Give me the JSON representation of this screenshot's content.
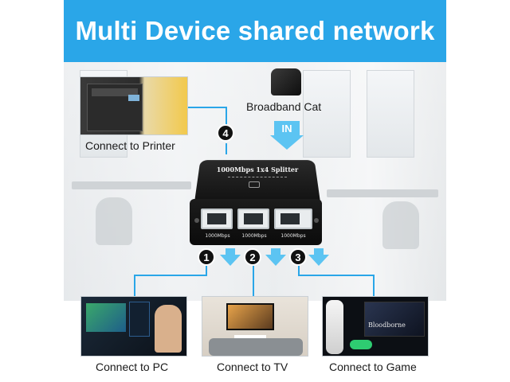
{
  "banner": {
    "title": "Multi Device shared network"
  },
  "source": {
    "label": "Broadband Cat",
    "in_label": "IN"
  },
  "device": {
    "title": "1000Mbps 1x4 Splitter",
    "ports": [
      {
        "label": "1000Mbps"
      },
      {
        "label": "1000Mbps"
      },
      {
        "label": "1000Mbps"
      }
    ]
  },
  "badges": [
    "1",
    "2",
    "3",
    "4"
  ],
  "targets": {
    "printer": "Connect to Printer",
    "pc": "Connect to PC",
    "tv": "Connect to TV",
    "game": "Connect to Game"
  },
  "game_screen_text": "Bloodborne",
  "colors": {
    "banner": "#2aa6e8",
    "arrow": "#5cc4f2",
    "line": "#2aa6e8"
  }
}
